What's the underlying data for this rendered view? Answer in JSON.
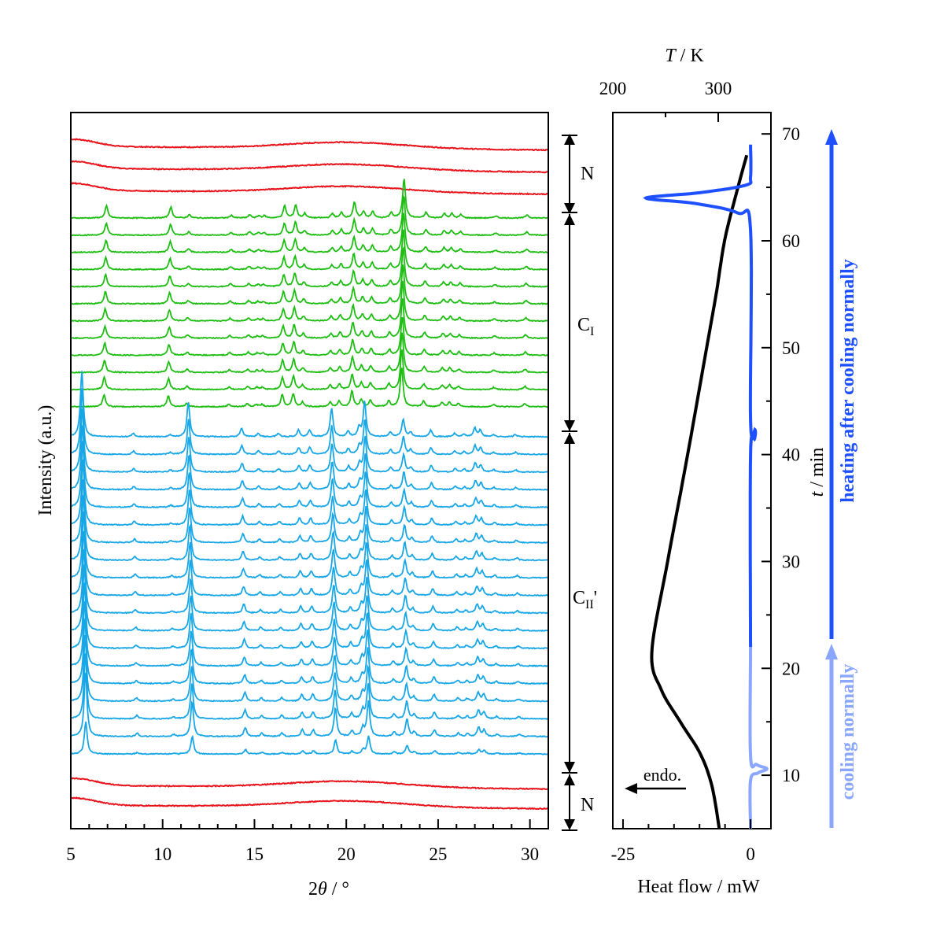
{
  "xrd": {
    "type": "line",
    "xlabel_pre": "2",
    "xlabel_sym": "θ",
    "xlabel_post": " / °",
    "ylabel": "Intensity (a.u.)",
    "xlim": [
      5,
      31
    ],
    "xticks": [
      5,
      10,
      15,
      20,
      25,
      30
    ],
    "colors": {
      "N": "#e8131b",
      "CI": "#1dbd12",
      "CII": "#17a6e6"
    },
    "n_top_traces": 3,
    "ci_traces": 12,
    "cii_traces": 19,
    "n_bottom_traces": 2,
    "ci_peaks": [
      {
        "x": 6.8,
        "h": 0.55
      },
      {
        "x": 10.3,
        "h": 0.5
      },
      {
        "x": 11.3,
        "h": 0.15
      },
      {
        "x": 13.6,
        "h": 0.12
      },
      {
        "x": 14.6,
        "h": 0.14
      },
      {
        "x": 15.1,
        "h": 0.1
      },
      {
        "x": 15.4,
        "h": 0.1
      },
      {
        "x": 16.5,
        "h": 0.55
      },
      {
        "x": 17.1,
        "h": 0.6
      },
      {
        "x": 17.6,
        "h": 0.2
      },
      {
        "x": 19.1,
        "h": 0.2
      },
      {
        "x": 19.6,
        "h": 0.25
      },
      {
        "x": 20.3,
        "h": 0.7
      },
      {
        "x": 20.8,
        "h": 0.3
      },
      {
        "x": 21.3,
        "h": 0.3
      },
      {
        "x": 22.3,
        "h": 0.25
      },
      {
        "x": 23.0,
        "h": 1.8
      },
      {
        "x": 24.2,
        "h": 0.25
      },
      {
        "x": 25.2,
        "h": 0.2
      },
      {
        "x": 25.6,
        "h": 0.2
      },
      {
        "x": 26.1,
        "h": 0.15
      },
      {
        "x": 28.0,
        "h": 0.1
      },
      {
        "x": 29.7,
        "h": 0.15
      }
    ],
    "cii_peaks": [
      {
        "x": 5.6,
        "h": 3.0
      },
      {
        "x": 8.4,
        "h": 0.15
      },
      {
        "x": 10.4,
        "h": 0.08
      },
      {
        "x": 11.4,
        "h": 1.6
      },
      {
        "x": 14.3,
        "h": 0.4
      },
      {
        "x": 15.2,
        "h": 0.15
      },
      {
        "x": 16.3,
        "h": 0.15
      },
      {
        "x": 17.4,
        "h": 0.3
      },
      {
        "x": 18.0,
        "h": 0.3
      },
      {
        "x": 19.2,
        "h": 1.3
      },
      {
        "x": 20.1,
        "h": 0.25
      },
      {
        "x": 20.7,
        "h": 0.4
      },
      {
        "x": 21.0,
        "h": 1.6
      },
      {
        "x": 22.4,
        "h": 0.2
      },
      {
        "x": 23.1,
        "h": 0.8
      },
      {
        "x": 23.5,
        "h": 0.2
      },
      {
        "x": 24.6,
        "h": 0.3
      },
      {
        "x": 25.9,
        "h": 0.15
      },
      {
        "x": 26.4,
        "h": 0.12
      },
      {
        "x": 27.0,
        "h": 0.4
      },
      {
        "x": 27.3,
        "h": 0.3
      },
      {
        "x": 28.0,
        "h": 0.1
      },
      {
        "x": 29.2,
        "h": 0.1
      }
    ]
  },
  "phase_labels": {
    "n_top": "N",
    "ci_main": "C",
    "ci_sub": "I",
    "cii_main": "C",
    "cii_sub": "II",
    "cii_prime": "'",
    "n_bottom": "N"
  },
  "dsc": {
    "type": "line",
    "top_label_sym": "T",
    "top_label_rest": " / K",
    "top_ticks": [
      200,
      300
    ],
    "top_lim": [
      200,
      350
    ],
    "bottom_label": "Heat flow / mW",
    "bottom_ticks": [
      -25,
      0
    ],
    "bottom_tick_labels": [
      "-25",
      "0"
    ],
    "bottom_lim": [
      -27,
      4
    ],
    "right_label_sym": "t",
    "right_label_rest": " / min",
    "right_ticks": [
      10,
      20,
      30,
      40,
      50,
      60,
      70
    ],
    "right_lim": [
      5,
      72
    ],
    "endo_label": "endo.",
    "temperature_curve": [
      [
        5,
        301
      ],
      [
        9,
        294
      ],
      [
        12,
        283
      ],
      [
        15,
        264
      ],
      [
        18,
        246
      ],
      [
        21.5,
        237
      ],
      [
        30,
        252
      ],
      [
        40,
        271
      ],
      [
        50,
        289
      ],
      [
        55,
        298
      ],
      [
        60,
        306
      ],
      [
        64,
        316
      ],
      [
        68,
        327
      ]
    ],
    "heat_flow_cooling": [
      [
        5,
        0
      ],
      [
        9.5,
        0
      ],
      [
        10.2,
        1.4
      ],
      [
        10.6,
        3.2
      ],
      [
        11.0,
        1.2
      ],
      [
        11.8,
        0
      ],
      [
        22,
        0
      ]
    ],
    "heat_flow_heating": [
      [
        22,
        0
      ],
      [
        40,
        0
      ],
      [
        41.5,
        0.8
      ],
      [
        42.3,
        0.9
      ],
      [
        43.2,
        0
      ],
      [
        61,
        0
      ],
      [
        62.6,
        -2.5
      ],
      [
        63.5,
        -11
      ],
      [
        64.0,
        -20.5
      ],
      [
        64.5,
        -10
      ],
      [
        65.2,
        -1
      ],
      [
        66,
        0
      ],
      [
        69,
        0
      ]
    ],
    "colors": {
      "temperature": "#000000",
      "heating": "#1e50ff",
      "cooling": "#8aa6ff"
    }
  },
  "arrows": {
    "heating_label": "heating after cooling normally",
    "cooling_label": "cooling normally",
    "heating_color": "#1e50ff",
    "cooling_color": "#8aa6ff"
  }
}
